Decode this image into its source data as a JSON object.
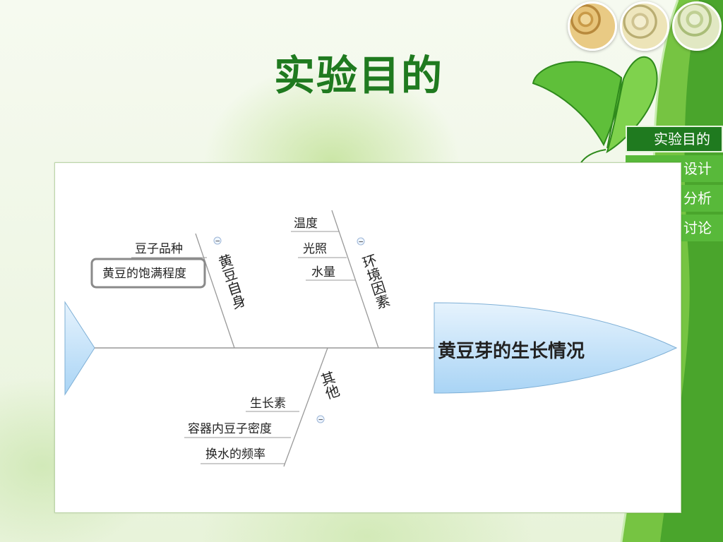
{
  "slide": {
    "title": "实验目的"
  },
  "nav": {
    "items": [
      {
        "label": "实验目的",
        "active": true
      },
      {
        "label": "设计",
        "active": false
      },
      {
        "label": "分析",
        "active": false
      },
      {
        "label": "讨论",
        "active": false
      }
    ]
  },
  "fishbone": {
    "head": "黄豆芽的生长情况",
    "branches": [
      {
        "label": "黄豆自身",
        "causes": [
          "豆子品种",
          "黄豆的饱满程度"
        ]
      },
      {
        "label": "环境因素",
        "causes": [
          "温度",
          "光照",
          "水量"
        ]
      },
      {
        "label": "其他",
        "causes": [
          "生长素",
          "容器内豆子密度",
          "换水的频率"
        ]
      }
    ],
    "selected_cause": "黄豆的饱满程度",
    "collapse_symbol": "−"
  },
  "colors": {
    "title_green": "#1f7a1f",
    "nav_active": "#1f7a1f",
    "nav_item": "#58b93a",
    "head_fill": "#a9d4f5",
    "bone_line": "#888888"
  }
}
